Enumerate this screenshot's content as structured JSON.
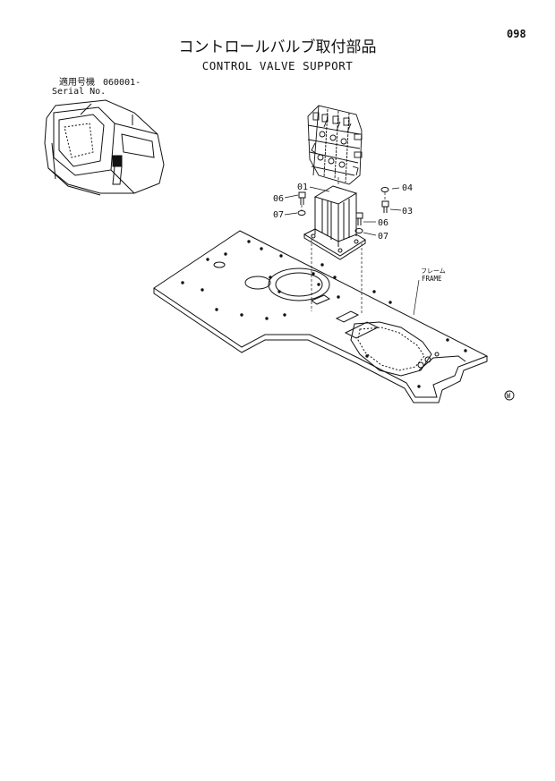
{
  "page": {
    "number": "098",
    "title_jp": "コントロールバルブ取付部品",
    "title_en": "CONTROL VALVE SUPPORT"
  },
  "serial": {
    "label_jp": "適用号機",
    "number": "060001-",
    "label_en": "Serial No."
  },
  "callouts": {
    "c01": "01",
    "c04": "04",
    "c03": "03",
    "c06a": "06",
    "c07a": "07",
    "c06b": "06",
    "c07b": "07"
  },
  "frame_label": {
    "jp": "フレーム",
    "en": "FRAME"
  },
  "marker": "W",
  "icons": [
    "excavator-icon",
    "control-valve-icon",
    "support-bracket-icon",
    "bolt-icon",
    "washer-icon",
    "frame-plate-icon"
  ]
}
